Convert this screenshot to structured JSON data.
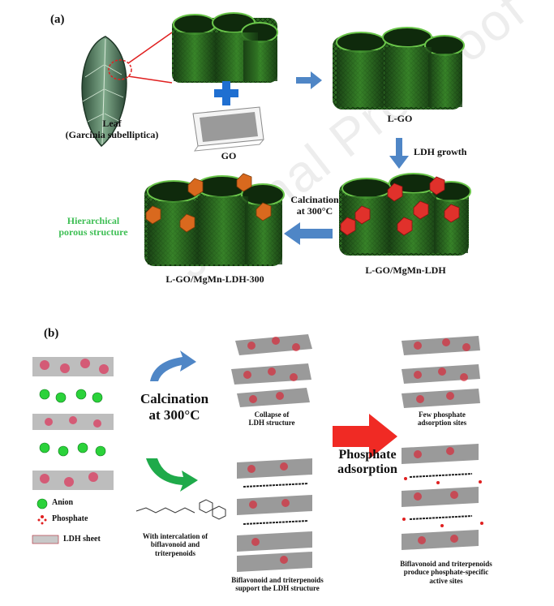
{
  "panel_a": {
    "tag": "(a)",
    "leaf_label": "Leaf",
    "leaf_species": "(Garcinia subelliptica)",
    "go_label": "GO",
    "lgo_label": "L-GO",
    "ldh_growth_label": "LDH growth",
    "calcination_label_1": "Calcination",
    "calcination_label_2": "at 300°C",
    "hier_label_1": "Hierarchical",
    "hier_label_2": "porous structure",
    "lgo_ldh300_label": "L-GO/MgMn-LDH-300",
    "lgo_ldh_label": "L-GO/MgMn-LDH"
  },
  "panel_b": {
    "tag": "(b)",
    "calcination_1": "Calcination",
    "calcination_2": "at 300°C",
    "collapse_1": "Collapse of",
    "collapse_2": "LDH structure",
    "with_1": "With intercalation of",
    "with_2": "biflavonoid and",
    "with_3": "triterpenoids",
    "support_1": "Biflavonoid and triterpenoids",
    "support_2": "support the LDH structure",
    "phosphate_1": "Phosphate",
    "phosphate_2": "adsorption",
    "few_1": "Few phosphate",
    "few_2": "adsorption sites",
    "produce_1": "Biflavonoid and triterpenoids",
    "produce_2": "produce phosphate-specific",
    "produce_3": "active sites",
    "legend_anion": "Anion",
    "legend_phosphate": "Phosphate",
    "legend_ldh": "LDH sheet"
  },
  "watermark": "Journal Pre-proof",
  "colors": {
    "green_dark": "#1f4a1a",
    "green_mid": "#3d8a2e",
    "green_light": "#8fd16a",
    "arrow_blue": "#4f86c6",
    "plus_blue": "#1f6fd1",
    "hex_red": "#e0312b",
    "hex_orange": "#d9691e",
    "hier_green": "#3fbf55",
    "arrow_red": "#f02a24",
    "arrow_green": "#1faa4a"
  }
}
